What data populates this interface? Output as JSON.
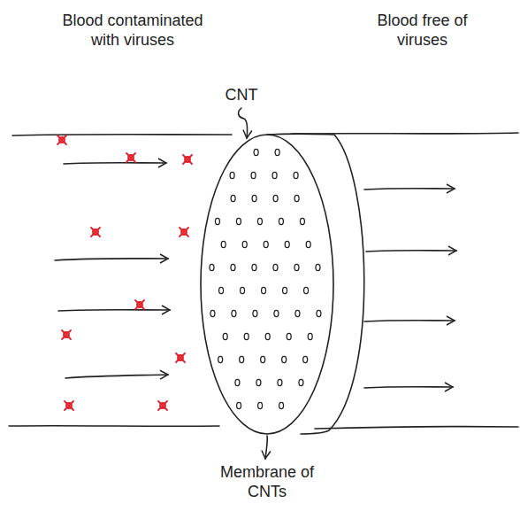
{
  "diagram": {
    "labels": [
      "Blood contaminated with viruses",
      "Blood free of viruses",
      "CNT",
      "Membrane of CNTs"
    ]
  }
}
